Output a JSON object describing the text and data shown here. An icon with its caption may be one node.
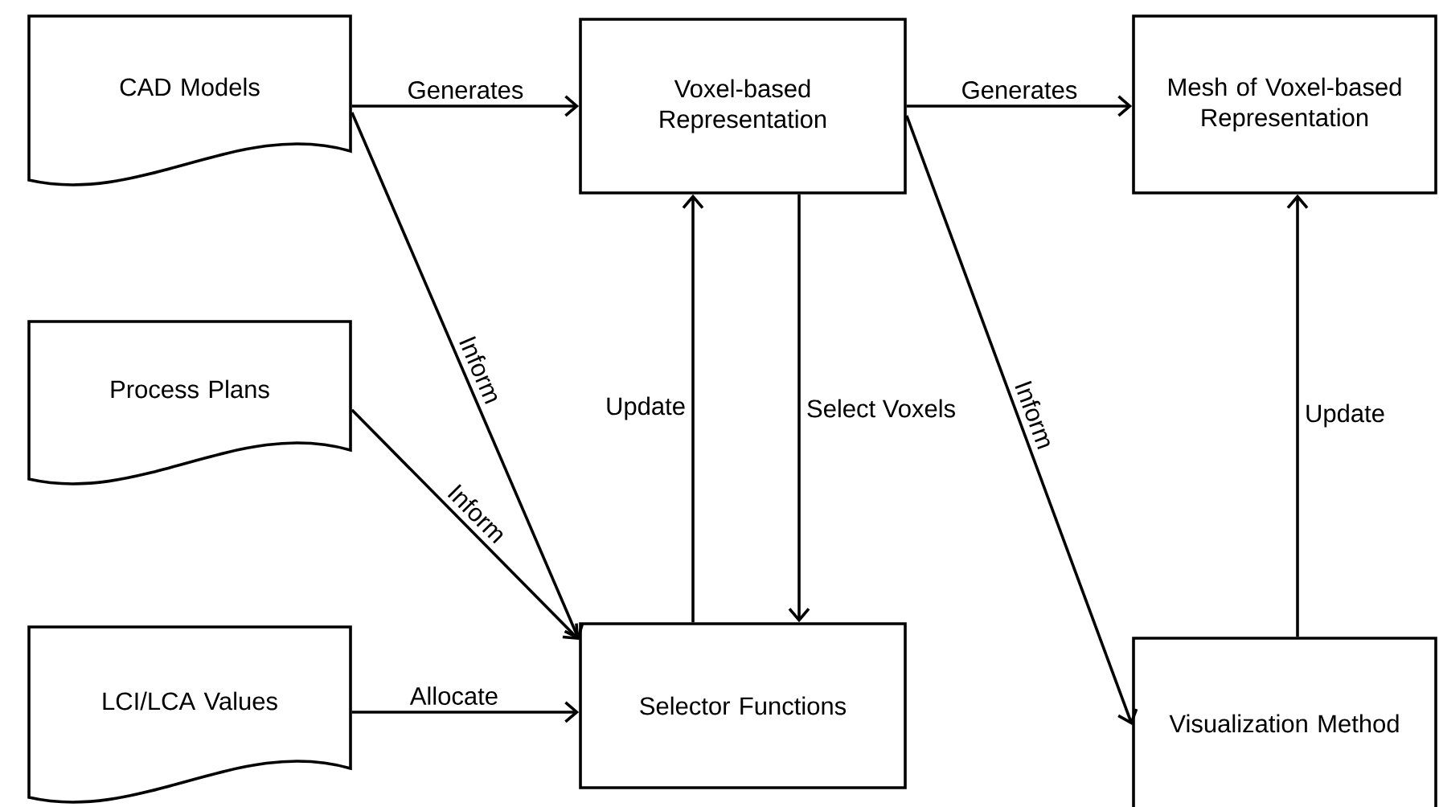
{
  "diagram": {
    "nodes": [
      {
        "text": [
          "CAD Models"
        ]
      },
      {
        "text": [
          "Voxel-based Representation"
        ]
      },
      {
        "text": [
          "Mesh of Voxel-based Representation"
        ]
      },
      {
        "text": [
          "Process Plans"
        ]
      },
      {
        "text": [
          "LCI/LCA Values"
        ]
      },
      {
        "text": [
          "Selector Functions"
        ]
      },
      {
        "text": [
          "Visualization Method"
        ]
      }
    ],
    "edges": [
      {
        "from": 0,
        "to": 1,
        "arrow": "to",
        "label": "Generates"
      },
      {
        "from": 1,
        "to": 2,
        "arrow": "to",
        "label": "Generates"
      },
      {
        "from": 0,
        "to": 5,
        "arrow": "to",
        "label": "Inform"
      },
      {
        "from": 3,
        "to": 5,
        "arrow": "to",
        "label": "Inform"
      },
      {
        "from": 4,
        "to": 5,
        "arrow": "to",
        "label": "Allocate"
      },
      {
        "from": 5,
        "to": 1,
        "arrow": "to",
        "label": "Update"
      },
      {
        "from": 1,
        "to": 5,
        "arrow": "to",
        "label": "Select Voxels"
      },
      {
        "from": 1,
        "to": 6,
        "arrow": "to",
        "label": "Inform"
      },
      {
        "from": 6,
        "to": 2,
        "arrow": "to",
        "label": "Update"
      }
    ]
  }
}
